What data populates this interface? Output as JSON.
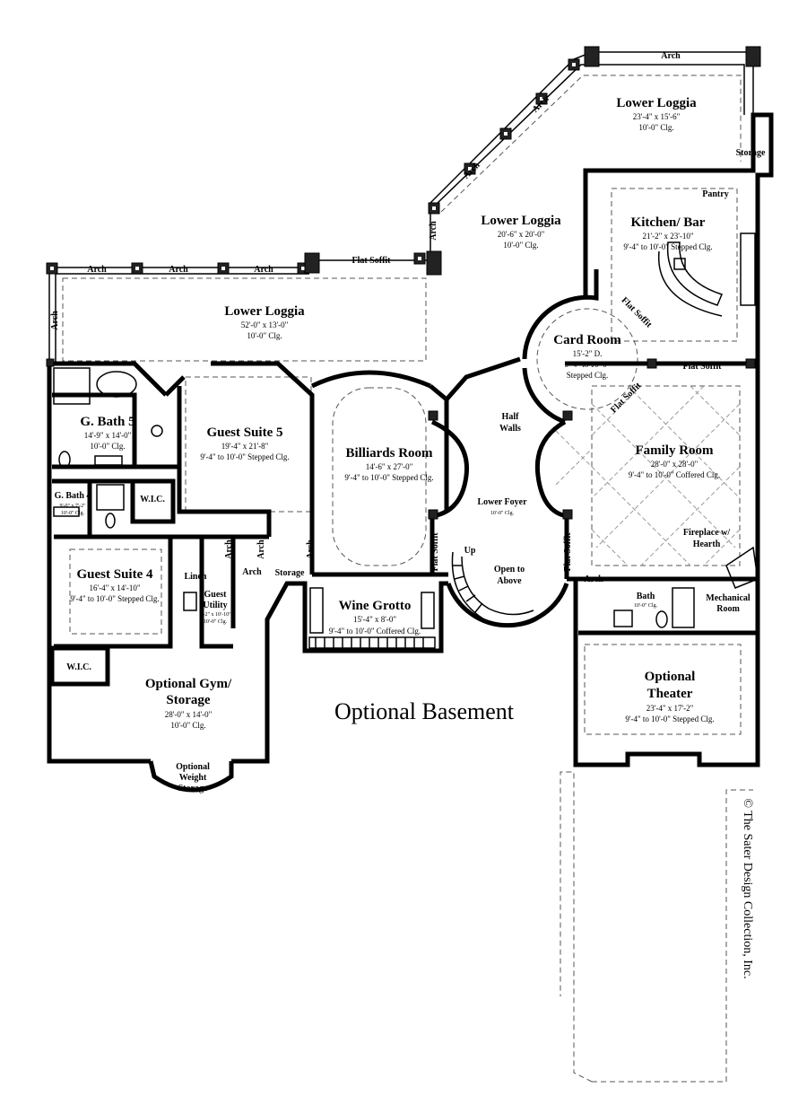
{
  "plan_title": "Optional Basement",
  "copyright": "© The Sater Design Collection, Inc.",
  "rooms": {
    "lower_loggia_west": {
      "name": "Lower Loggia",
      "size": "52'-0\" x 13'-0\"",
      "ceiling": "10'-0\" Clg."
    },
    "lower_loggia_mid": {
      "name": "Lower Loggia",
      "size": "20'-6\" x 20'-0\"",
      "ceiling": "10'-0\" Clg."
    },
    "lower_loggia_east": {
      "name": "Lower Loggia",
      "size": "23'-4\" x 15'-6\"",
      "ceiling": "10'-0\" Clg."
    },
    "kitchen_bar": {
      "name": "Kitchen/ Bar",
      "size": "21'-2\" x 23'-10\"",
      "ceiling": "9'-4\" to 10'-0\" Stepped Clg."
    },
    "card_room": {
      "name": "Card Room",
      "size": "15'-2\" D.",
      "ceiling": "9'-4\" to 10'-0\"",
      "ceiling2": "Stepped Clg."
    },
    "family_room": {
      "name": "Family Room",
      "size": "28'-0\" x 28'-0\"",
      "ceiling": "9'-4\" to 10'-0\" Coffered Clg."
    },
    "guest_suite_5": {
      "name": "Guest Suite 5",
      "size": "19'-4\" x 21'-8\"",
      "ceiling": "9'-4\" to 10'-0\" Stepped Clg."
    },
    "g_bath_5": {
      "name": "G. Bath 5",
      "size": "14'-9\" x 14'-0\"",
      "ceiling": "10'-0\" Clg."
    },
    "g_bath_4": {
      "name": "G. Bath 4",
      "size": "9'-0\" x 7'-2\"",
      "ceiling": "10'-0\" Clg."
    },
    "billiards_room": {
      "name": "Billiards Room",
      "size": "14'-6\" x 27'-0\"",
      "ceiling": "9'-4\" to 10'-0\" Stepped Clg."
    },
    "lower_foyer": {
      "name": "Lower Foyer",
      "ceiling": "10'-0\" Clg."
    },
    "guest_suite_4": {
      "name": "Guest Suite 4",
      "size": "16'-4\" x 14'-10\"",
      "ceiling": "9'-4\" to 10'-0\" Stepped Clg."
    },
    "guest_utility": {
      "name": "Guest",
      "name2": "Utility",
      "size": "7'-2\" x 10'-10\"",
      "ceiling": "10'-0\" Clg."
    },
    "wine_grotto": {
      "name": "Wine Grotto",
      "size": "15'-4\" x 8'-0\"",
      "ceiling": "9'-4\" to 10'-0\" Coffered Clg."
    },
    "optional_gym": {
      "name": "Optional Gym/",
      "name2": "Storage",
      "size": "28'-0\" x 14'-0\"",
      "ceiling": "10'-0\" Clg."
    },
    "optional_theater": {
      "name": "Optional",
      "name2": "Theater",
      "size": "23'-4\" x 17'-2\"",
      "ceiling": "9'-4\" to 10'-0\" Stepped Clg."
    },
    "bath": {
      "name": "Bath",
      "ceiling": "10'-0\" Clg."
    },
    "mechanical_room": {
      "name": "Mechanical",
      "name2": "Room"
    }
  },
  "labels": {
    "arch": "Arch",
    "flat_soffit": "Flat Soffit",
    "storage": "Storage",
    "pantry": "Pantry",
    "half": "Half",
    "walls": "Walls",
    "wic": "W.I.C.",
    "linen": "Linen",
    "up": "Up",
    "open_to": "Open to",
    "above": "Above",
    "fireplace": "Fireplace w/",
    "hearth": "Hearth",
    "opt_weight_1": "Optional",
    "opt_weight_2": "Weight",
    "opt_weight_3": "Storage"
  }
}
